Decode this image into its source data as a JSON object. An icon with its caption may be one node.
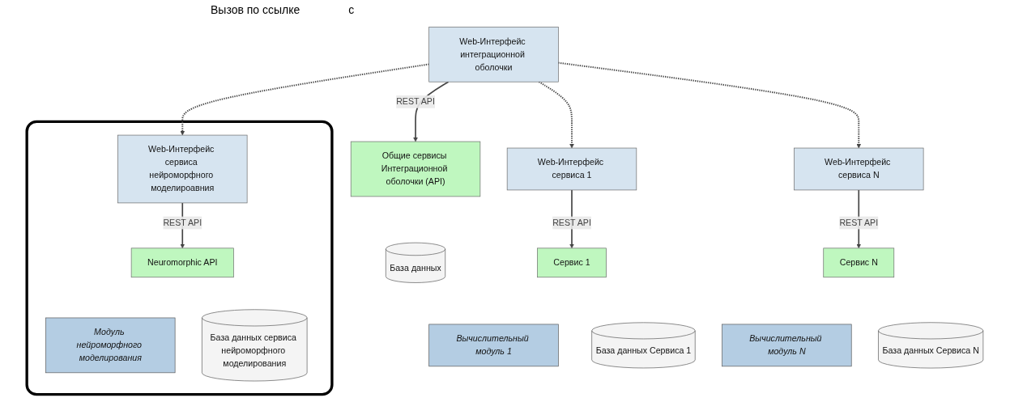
{
  "diagram": {
    "nodes": [
      {
        "text": [
          "Web-Интерфейс интеграционной оболочки"
        ]
      },
      {
        "text": [
          "Web-Интерфейс сервиса 1"
        ]
      },
      {
        "text": [],
        "shape": "box"
      },
      {
        "text": [
          "Web-Интерфейс сервиса нейроморфного моделироавния"
        ],
        "in": 2
      },
      {
        "text": [
          "Web-Интерфейс сервиса N"
        ]
      },
      {
        "text": [
          "Общие сервисы Интеграционной оболочки (API)"
        ]
      },
      {
        "text": [
          "Сервис 1"
        ]
      },
      {
        "text": [
          "Neuromorphic API"
        ],
        "in": 2
      },
      {
        "text": [
          "Сервис N"
        ]
      },
      {
        "text": [
          "База данных"
        ]
      },
      {
        "text": [
          "Вычислительный модуль 1"
        ]
      },
      {
        "text": [
          "База данных Сервиса 1"
        ]
      },
      {
        "text": [
          "Модуль нейроморфного моделирования"
        ],
        "in": 2
      },
      {
        "text": [
          "База данных сервиса нейроморфного моделирования"
        ],
        "in": 2
      },
      {
        "text": [
          "Вычислительный модуль N"
        ]
      },
      {
        "text": [
          "База данных Сервиса N"
        ]
      }
    ],
    "edges": [
      {
        "from": 0,
        "to": 1,
        "arrow": "to",
        "style": "dashed"
      },
      {
        "from": 0,
        "to": 3,
        "arrow": "to",
        "style": "dashed"
      },
      {
        "from": 0,
        "to": 4,
        "arrow": "to",
        "style": "dashed"
      },
      {
        "from": 0,
        "to": 5,
        "arrow": "to",
        "label": "REST API"
      },
      {
        "from": 1,
        "to": 6,
        "arrow": "to",
        "label": "REST API"
      },
      {
        "from": 3,
        "to": 7,
        "arrow": "to",
        "label": "REST API"
      },
      {
        "from": 4,
        "to": 8,
        "arrow": "to",
        "label": "REST API"
      }
    ],
    "labels": [
      "Вызов по ссылке",
      "с"
    ]
  }
}
